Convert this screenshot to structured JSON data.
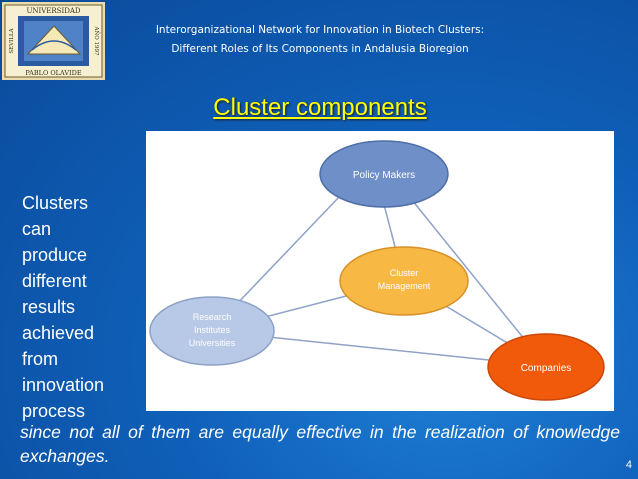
{
  "header": {
    "line1": "Interorganizational Network for Innovation in Biotech Clusters:",
    "line2": "Different Roles of Its Components in Andalusia Bioregion"
  },
  "logo": {
    "text_top": "UNIVERSIDAD",
    "text_bottom": "PABLO OLAVIDE",
    "text_left": "SEVILLA",
    "text_right": "AÑO 1997"
  },
  "slide_title": "Cluster components",
  "diagram": {
    "nodes": {
      "policy": "Policy Makers",
      "cluster_line1": "Cluster",
      "cluster_line2": "Management",
      "research_line1": "Research",
      "research_line2": "Institutes",
      "research_line3": "Universities",
      "companies": "Companies"
    },
    "colors": {
      "policy": "#6f8fc8",
      "cluster": "#f7b944",
      "research": "#b7c9e6",
      "companies": "#f15a0a"
    }
  },
  "left_words": [
    "Clusters",
    "can",
    "produce",
    "different",
    "results",
    "achieved",
    "from",
    "innovation",
    "process"
  ],
  "bottom_text": "since not all of them are equally effective in the realization of knowledge exchanges.",
  "page_number": "4"
}
